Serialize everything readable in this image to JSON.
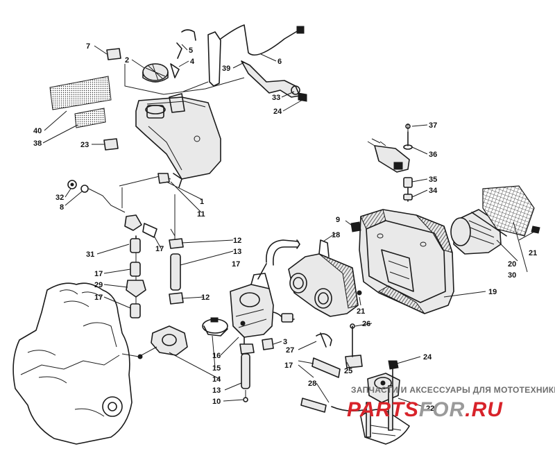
{
  "diagram": {
    "callouts": [
      {
        "id": "c7",
        "text": "7"
      },
      {
        "id": "c2",
        "text": "2"
      },
      {
        "id": "c5",
        "text": "5"
      },
      {
        "id": "c4",
        "text": "4"
      },
      {
        "id": "c39",
        "text": "39"
      },
      {
        "id": "c6",
        "text": "6"
      },
      {
        "id": "c33",
        "text": "33"
      },
      {
        "id": "c24a",
        "text": "24"
      },
      {
        "id": "c40",
        "text": "40"
      },
      {
        "id": "c38",
        "text": "38"
      },
      {
        "id": "c23",
        "text": "23"
      },
      {
        "id": "c37",
        "text": "37"
      },
      {
        "id": "c36",
        "text": "36"
      },
      {
        "id": "c35",
        "text": "35"
      },
      {
        "id": "c34",
        "text": "34"
      },
      {
        "id": "c32",
        "text": "32"
      },
      {
        "id": "c8",
        "text": "8"
      },
      {
        "id": "c1",
        "text": "1"
      },
      {
        "id": "c11",
        "text": "11"
      },
      {
        "id": "c9",
        "text": "9"
      },
      {
        "id": "c18",
        "text": "18"
      },
      {
        "id": "c12a",
        "text": "12"
      },
      {
        "id": "c13a",
        "text": "13"
      },
      {
        "id": "c31",
        "text": "31"
      },
      {
        "id": "c17a",
        "text": "17"
      },
      {
        "id": "c17b",
        "text": "17"
      },
      {
        "id": "c17c",
        "text": "17"
      },
      {
        "id": "c29",
        "text": "29"
      },
      {
        "id": "c17d",
        "text": "17"
      },
      {
        "id": "c12b",
        "text": "12"
      },
      {
        "id": "c21a",
        "text": "21"
      },
      {
        "id": "c20",
        "text": "20"
      },
      {
        "id": "c30",
        "text": "30"
      },
      {
        "id": "c19",
        "text": "19"
      },
      {
        "id": "c21b",
        "text": "21"
      },
      {
        "id": "c26",
        "text": "26"
      },
      {
        "id": "c3",
        "text": "3"
      },
      {
        "id": "c27",
        "text": "27"
      },
      {
        "id": "c16",
        "text": "16"
      },
      {
        "id": "c15",
        "text": "15"
      },
      {
        "id": "c24b",
        "text": "24"
      },
      {
        "id": "c17e",
        "text": "17"
      },
      {
        "id": "c25",
        "text": "25"
      },
      {
        "id": "c14",
        "text": "14"
      },
      {
        "id": "c28",
        "text": "28"
      },
      {
        "id": "c13b",
        "text": "13"
      },
      {
        "id": "c22",
        "text": "22"
      },
      {
        "id": "c10",
        "text": "10"
      }
    ]
  },
  "watermark": {
    "tagline": "ЗАПЧАСТИ И АКСЕССУАРЫ ДЛЯ МОТОТЕХНИКИ",
    "brand_part1": "PARTS",
    "brand_part2": "FOR",
    "brand_part3": ".RU",
    "color_primary": "#d8232a",
    "color_secondary": "#9a9a9a"
  }
}
